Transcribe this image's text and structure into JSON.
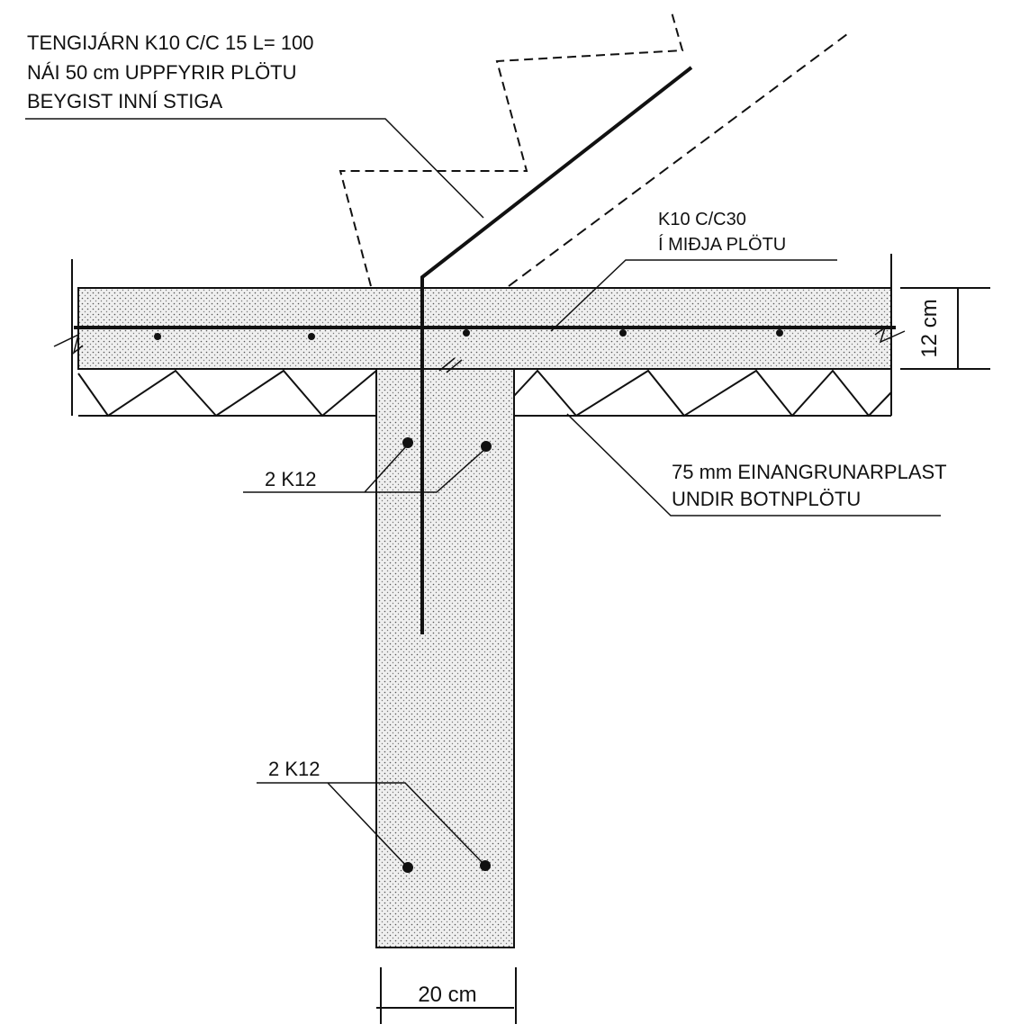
{
  "callouts": {
    "top_note": [
      "TENGIJÁRN K10 C/C 15  L= 100",
      "NÁI 50 cm UPPFYRIR PLÖTU",
      "BEYGIST INNÍ STIGA"
    ],
    "slab_bar": [
      "K10 C/C30",
      "Í MIÐJA PLÖTU"
    ],
    "insulation": [
      "75 mm EINANGRUNARPLAST",
      "UNDIR BOTNPLÖTU"
    ],
    "upper_bars": "2 K12",
    "lower_bars": "2 K12"
  },
  "dimensions": {
    "slab_thickness": "12 cm",
    "wall_width": "20 cm"
  },
  "colors": {
    "line": "#111111",
    "concrete_fill": "#e6e6e6",
    "background": "#ffffff"
  }
}
